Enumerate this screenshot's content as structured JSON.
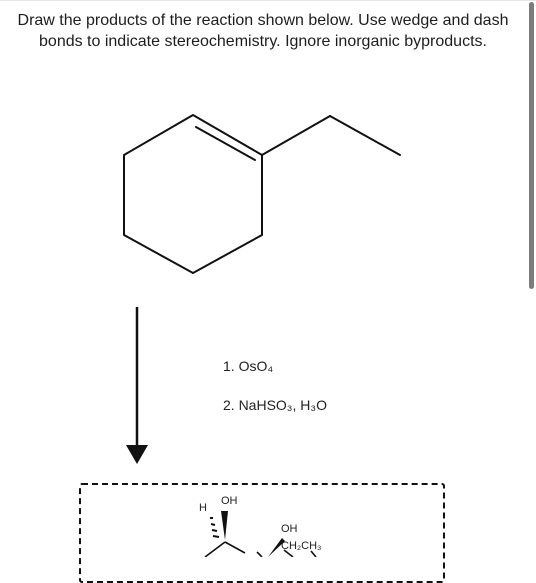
{
  "question": {
    "line1": "Draw the products of the reaction shown below. Use wedge and dash",
    "line2": "bonds to indicate stereochemistry. Ignore inorganic byproducts."
  },
  "reagents": {
    "step1": "1. OsO₄",
    "step2": "2. NaHSO₃, H₃O"
  },
  "product_labels": {
    "h": "H",
    "oh_top": "OH",
    "oh_right": "OH",
    "ethyl": "CH₂CH₃"
  },
  "colors": {
    "bond": "#111111",
    "scroll_thumb": "#7c7c7c"
  }
}
